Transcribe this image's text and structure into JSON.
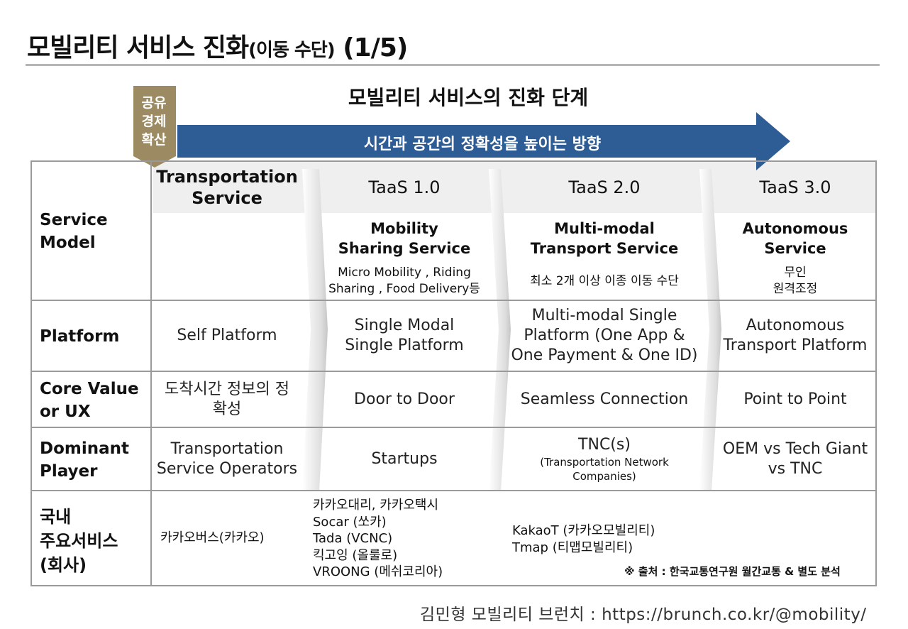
{
  "title": {
    "main": "모빌리티 서비스 진화",
    "sub": "(이동 수단)",
    "page": " (1/5)"
  },
  "diagram_title": "모빌리티 서비스의 진화 단계",
  "arrow_label": "시간과 공간의 정확성을 높이는 방향",
  "badge": [
    "공유",
    "경제",
    "확산"
  ],
  "row_headers": {
    "service_model": [
      "Service",
      "Model"
    ],
    "platform": "Platform",
    "core_value": [
      "Core Value",
      "or UX"
    ],
    "dominant_player": [
      "Dominant",
      "Player"
    ],
    "domestic": [
      "국내",
      "주요서비스",
      "(회사)"
    ]
  },
  "columns": [
    {
      "header": [
        "Transportation",
        "Service"
      ],
      "subtitle": [],
      "detail": [],
      "platform": [
        "Self Platform"
      ],
      "core_value": [
        "도착시간 정보의 정",
        "확성"
      ],
      "player": [
        "Transportation",
        "Service Operators"
      ],
      "player_sub": []
    },
    {
      "header": [
        "TaaS 1.0"
      ],
      "subtitle": [
        "Mobility",
        "Sharing Service"
      ],
      "detail": [
        "Micro Mobility , Riding",
        "Sharing  , Food Delivery등"
      ],
      "platform": [
        "Single Modal",
        "Single Platform"
      ],
      "core_value": [
        "Door to Door"
      ],
      "player": [
        "Startups"
      ],
      "player_sub": []
    },
    {
      "header": [
        "TaaS 2.0"
      ],
      "subtitle": [
        "Multi-modal",
        "Transport Service"
      ],
      "detail": [
        "최소 2개 이상 이종 이동 수단"
      ],
      "platform": [
        "Multi-modal Single",
        "Platform (One App &",
        "One Payment & One ID)"
      ],
      "core_value": [
        "Seamless Connection"
      ],
      "player": [
        "TNC(s)"
      ],
      "player_sub": [
        "(Transportation Network",
        "Companies)"
      ]
    },
    {
      "header": [
        "TaaS 3.0"
      ],
      "subtitle": [
        "Autonomous",
        "Service"
      ],
      "detail": [
        "무인",
        "원격조정"
      ],
      "platform": [
        "Autonomous",
        "Transport Platform"
      ],
      "core_value": [
        "Point to Point"
      ],
      "player": [
        "OEM vs Tech Giant",
        "vs TNC"
      ],
      "player_sub": []
    }
  ],
  "domestic_services": {
    "col1": [
      "카카오버스(카카오)"
    ],
    "col2": [
      "카카오대리, 카카오택시",
      "Socar (쏘카)",
      "Tada (VCNC)",
      "킥고잉 (올룰로)",
      "VROONG (메쉬코리아)"
    ],
    "col3": [
      "KakaoT (카카오모빌리티)",
      "Tmap   (티맵모빌리티)"
    ]
  },
  "source_note": "※ 출처 : 한국교통연구원 월간교통 & 별도 분석",
  "footer": "김민형 모빌리티 브런치 : https://brunch.co.kr/@mobility/",
  "colors": {
    "arrow": "#2e5d95",
    "badge": "#9c8b62",
    "grid": "#9a9a9a",
    "header_bg": "#efefef"
  }
}
